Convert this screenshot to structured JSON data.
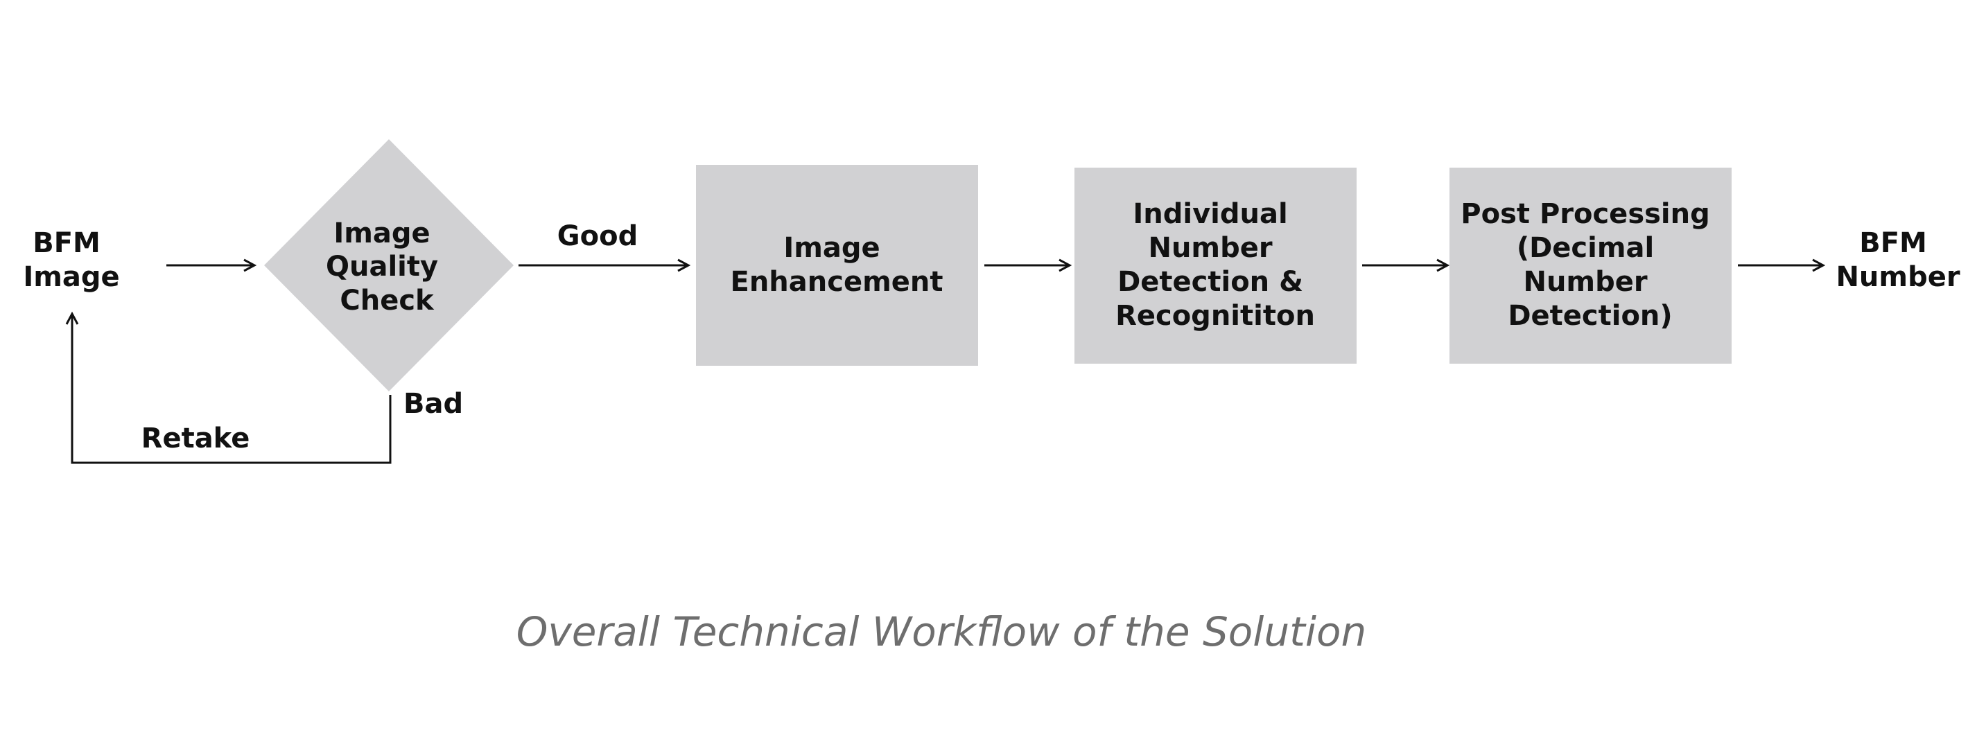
{
  "colors": {
    "box_fill": "#d1d1d3",
    "line": "#111111",
    "text": "#111111",
    "caption": "#6e6e6e",
    "background": "#ffffff"
  },
  "nodes": {
    "input": {
      "lines": [
        "BFM",
        "Image"
      ]
    },
    "quality_check": {
      "lines": [
        "Image",
        "Quality",
        "Check"
      ]
    },
    "enhancement": {
      "lines": [
        "Image",
        "Enhancement"
      ]
    },
    "detection": {
      "lines": [
        "Individual",
        "Number",
        "Detection &",
        "Recognititon"
      ]
    },
    "post_processing": {
      "lines": [
        "Post Processing",
        "(Decimal",
        "Number",
        "Detection)"
      ]
    },
    "output": {
      "lines": [
        "BFM",
        "Number"
      ]
    }
  },
  "edge_labels": {
    "good": "Good",
    "bad": "Bad",
    "retake": "Retake"
  },
  "caption": "Overall Technical Workflow of the Solution"
}
